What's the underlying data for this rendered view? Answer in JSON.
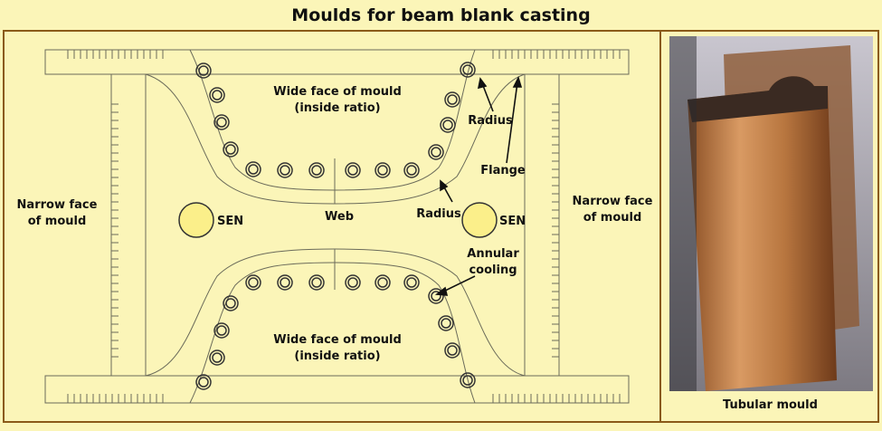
{
  "title": "Moulds for beam blank casting",
  "labels": {
    "wide_face_top": "Wide face of mould\n(inside ratio)",
    "wide_face_bottom": "Wide face of mould\n(inside ratio)",
    "narrow_face_left": "Narrow face\nof mould",
    "narrow_face_right": "Narrow face\nof mould",
    "sen_left": "SEN",
    "sen_right": "SEN",
    "web": "Web",
    "radius_top": "Radius",
    "radius_mid": "Radius",
    "flange": "Flange",
    "annular_cooling": "Annular\ncooling"
  },
  "photo_caption": "Tubular mould",
  "colors": {
    "background": "#fbf5b8",
    "frame": "#8a5a18",
    "sen_fill": "#fbef8a",
    "copper": "#b8763f"
  }
}
